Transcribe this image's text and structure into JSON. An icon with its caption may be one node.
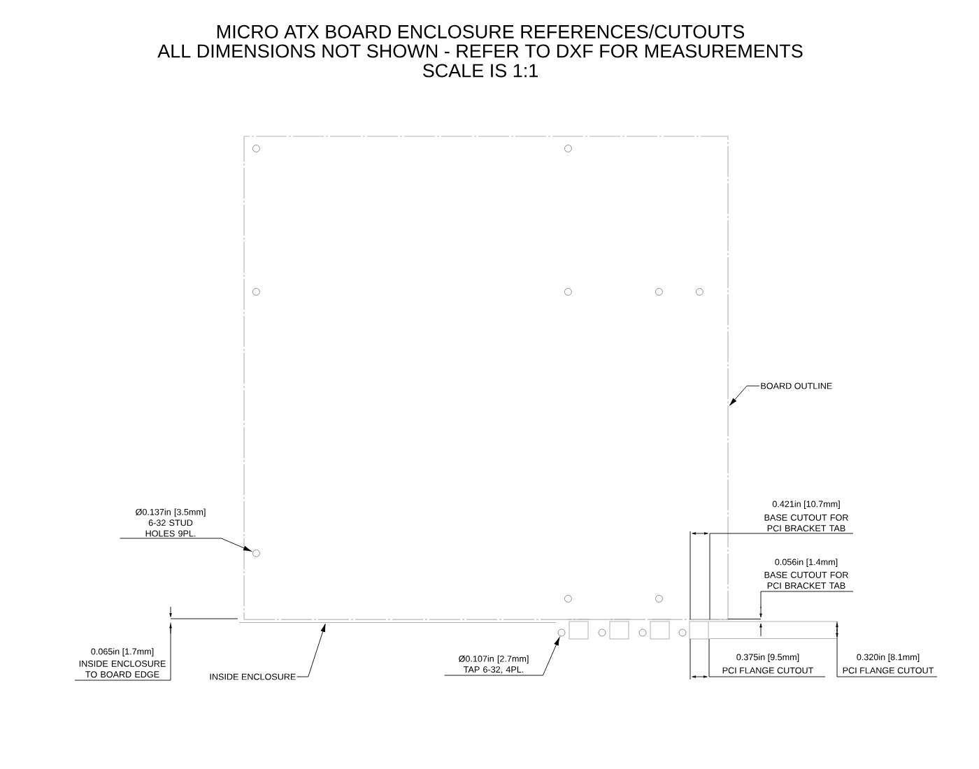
{
  "diagram": {
    "title": "MICRO ATX BOARD ENCLOSURE REFERENCES/CUTOUTS",
    "nodes": [
      {
        "text": [],
        "shape": "box"
      },
      {
        "text": [],
        "shape": "circle",
        "in": 0
      },
      {
        "text": [],
        "shape": "circle",
        "in": 0
      },
      {
        "text": [],
        "shape": "circle",
        "in": 0
      },
      {
        "text": [],
        "shape": "circle",
        "in": 0
      },
      {
        "text": [],
        "shape": "circle",
        "in": 0
      },
      {
        "text": [],
        "shape": "circle",
        "in": 0
      },
      {
        "text": [],
        "shape": "circle",
        "in": 0
      },
      {
        "text": [],
        "shape": "circle",
        "in": 0
      },
      {
        "text": [],
        "shape": "circle",
        "in": 0
      },
      {
        "text": [
          "BOARD OUTLINE"
        ]
      },
      {
        "text": [
          "Ø0.137in [3.5mm]",
          "6-32 STUD HOLES 9PL."
        ]
      },
      {
        "text": [],
        "shape": "circle"
      },
      {
        "text": [],
        "shape": "circle"
      },
      {
        "text": [],
        "shape": "circle"
      },
      {
        "text": [],
        "shape": "circle"
      },
      {
        "text": [
          "INSIDE ENCLOSURE"
        ]
      },
      {
        "text": [
          "Ø0.107in [2.7mm]",
          "TAP 6-32, 4PL."
        ]
      },
      {
        "text": [],
        "shape": "line"
      }
    ],
    "edges": [
      {
        "from": 10,
        "to": 0,
        "arrow": "to"
      },
      {
        "from": 11,
        "to": 7,
        "arrow": "to"
      },
      {
        "from": 16,
        "to": 18,
        "arrow": "to"
      },
      {
        "from": 17,
        "to": 12,
        "arrow": "to"
      }
    ],
    "labels": [
      "ALL DIMENSIONS NOT SHOWN - REFER TO DXF FOR MEASUREMENTS",
      "SCALE IS 1:1",
      "0.421in [10.7mm]",
      "BASE CUTOUT FOR PCI BRACKET TAB",
      "0.056in [1.4mm]",
      "BASE CUTOUT FOR PCI BRACKET TAB",
      "0.065in [1.7mm]",
      "INSIDE ENCLOSURE TO BOARD EDGE",
      "0.375in [9.5mm]",
      "PCI FLANGE CUTOUT",
      "0.320in [8.1mm]",
      "PCI FLANGE CUTOUT"
    ]
  }
}
